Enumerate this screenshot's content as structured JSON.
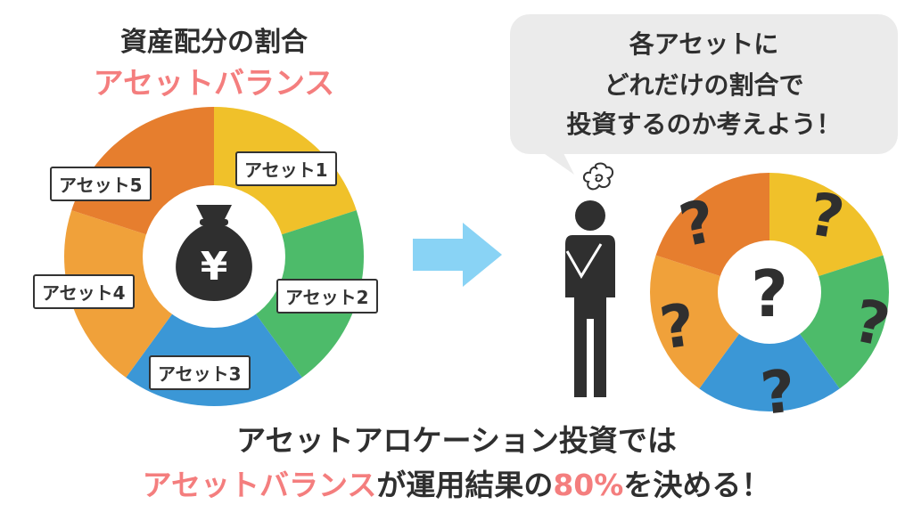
{
  "left_title": {
    "line1": "資産配分の割合",
    "line2": "アセットバランス"
  },
  "assets": [
    {
      "label": "アセット1",
      "color": "#f0c12a"
    },
    {
      "label": "アセット2",
      "color": "#4dbb6a"
    },
    {
      "label": "アセット3",
      "color": "#3b97d6"
    },
    {
      "label": "アセット4",
      "color": "#f0a13a"
    },
    {
      "label": "アセット5",
      "color": "#e67e2e"
    }
  ],
  "money_bag_symbol": "¥",
  "speech_bubble": {
    "line1": "各アセットに",
    "line2": "どれだけの割合で",
    "line3": "投資するのか考えよう！"
  },
  "question_mark": "?",
  "bottom_text": {
    "line1": "アセットアロケーション投資では",
    "line2_highlight": "アセットバランス",
    "line2_mid": "が運用結果の",
    "line2_percent": "80%",
    "line2_end": "を決める！"
  },
  "colors": {
    "accent_pink": "#f47e7e",
    "dark": "#2f2f2f",
    "arrow": "#89d3f5",
    "bubble": "#ebebeb"
  },
  "icons": [
    "money-bag-icon",
    "arrow-right-icon",
    "thinking-person-icon",
    "question-mark-icon"
  ]
}
